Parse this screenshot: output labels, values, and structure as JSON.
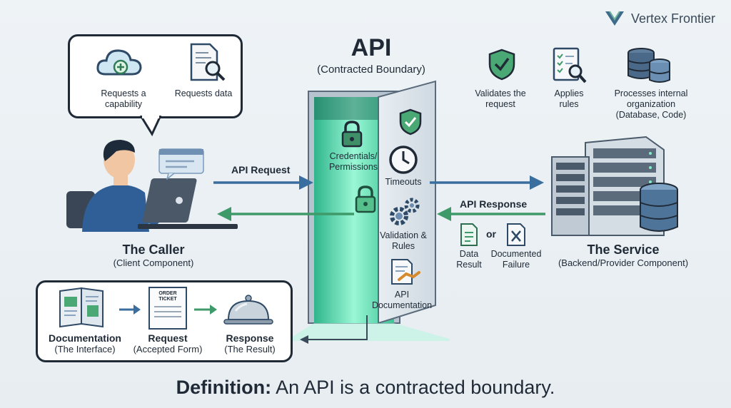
{
  "brand": {
    "name": "Vertex Frontier"
  },
  "api": {
    "title": "API",
    "subtitle": "(Contracted Boundary)"
  },
  "bubble": {
    "item1": "Requests a capability",
    "item2": "Requests data"
  },
  "caller": {
    "title": "The Caller",
    "subtitle": "(Client Component)"
  },
  "service": {
    "title": "The Service",
    "subtitle": "(Backend/Provider Component)"
  },
  "service_functions": {
    "validates": "Validates the request",
    "applies": "Applies rules",
    "processes": "Processes internal organization (Database, Code)"
  },
  "door_labels": {
    "credentials": "Credentials/ Permissions",
    "timeouts": "Timeouts",
    "validation": "Validation & Rules",
    "documentation": "API Documentation"
  },
  "arrows": {
    "request": "API Request",
    "response": "API Response"
  },
  "response_items": {
    "data": "Data Result",
    "or": "or",
    "failure": "Documented Failure"
  },
  "analogy": {
    "doc_title": "Documentation",
    "doc_sub": "(The Interface)",
    "req_title": "Request",
    "req_sub": "(Accepted Form)",
    "resp_title": "Response",
    "resp_sub": "(The Result)",
    "ticket": "ORDER TICKET"
  },
  "definition": {
    "label": "Definition:",
    "text": " An API is a contracted boundary."
  },
  "colors": {
    "request_arrow": "#3a6e9e",
    "response_arrow": "#3f9a6a",
    "door_glow": "#7ff0c8"
  }
}
